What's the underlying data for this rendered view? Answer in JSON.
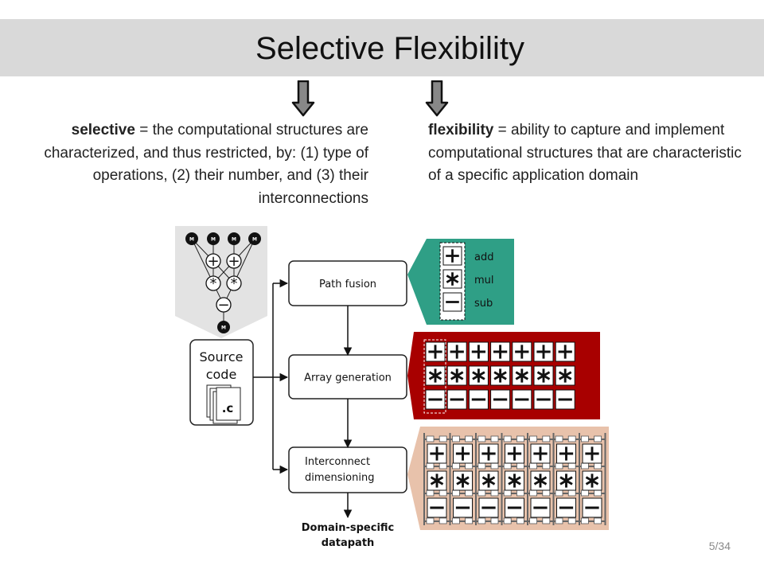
{
  "slide": {
    "title": "Selective Flexibility",
    "page_number": "5/34"
  },
  "selective": {
    "term": "selective",
    "definition": " = the computational structures are characterized, and thus restricted, by: (1) type of operations, (2) their number, and (3) their interconnections"
  },
  "flexibility": {
    "term": "flexibility",
    "definition": " = ability to capture and implement computational structures that are characteristic of a specific application domain"
  },
  "diagram": {
    "dfg": {
      "memory_label": "M",
      "ops": [
        "+",
        "+",
        "*",
        "*",
        "−"
      ]
    },
    "source": {
      "label_line1": "Source",
      "label_line2": "code",
      "file_label": ".c"
    },
    "steps": [
      {
        "line1": "Path fusion",
        "line2": ""
      },
      {
        "line1": "Array generation",
        "line2": ""
      },
      {
        "line1": "Interconnect",
        "line2": "dimensioning"
      }
    ],
    "output": {
      "line1": "Domain-specific",
      "line2": "datapath"
    },
    "op_legend": [
      {
        "symbol": "+",
        "label": "add"
      },
      {
        "symbol": "*",
        "label": "mul"
      },
      {
        "symbol": "−",
        "label": "sub"
      }
    ],
    "colors": {
      "path_fusion_panel": "#2f9f86",
      "array_panel": "#a80000",
      "interconnect_panel": "#e8c2ab",
      "dfg_panel": "#e3e3e3"
    }
  }
}
